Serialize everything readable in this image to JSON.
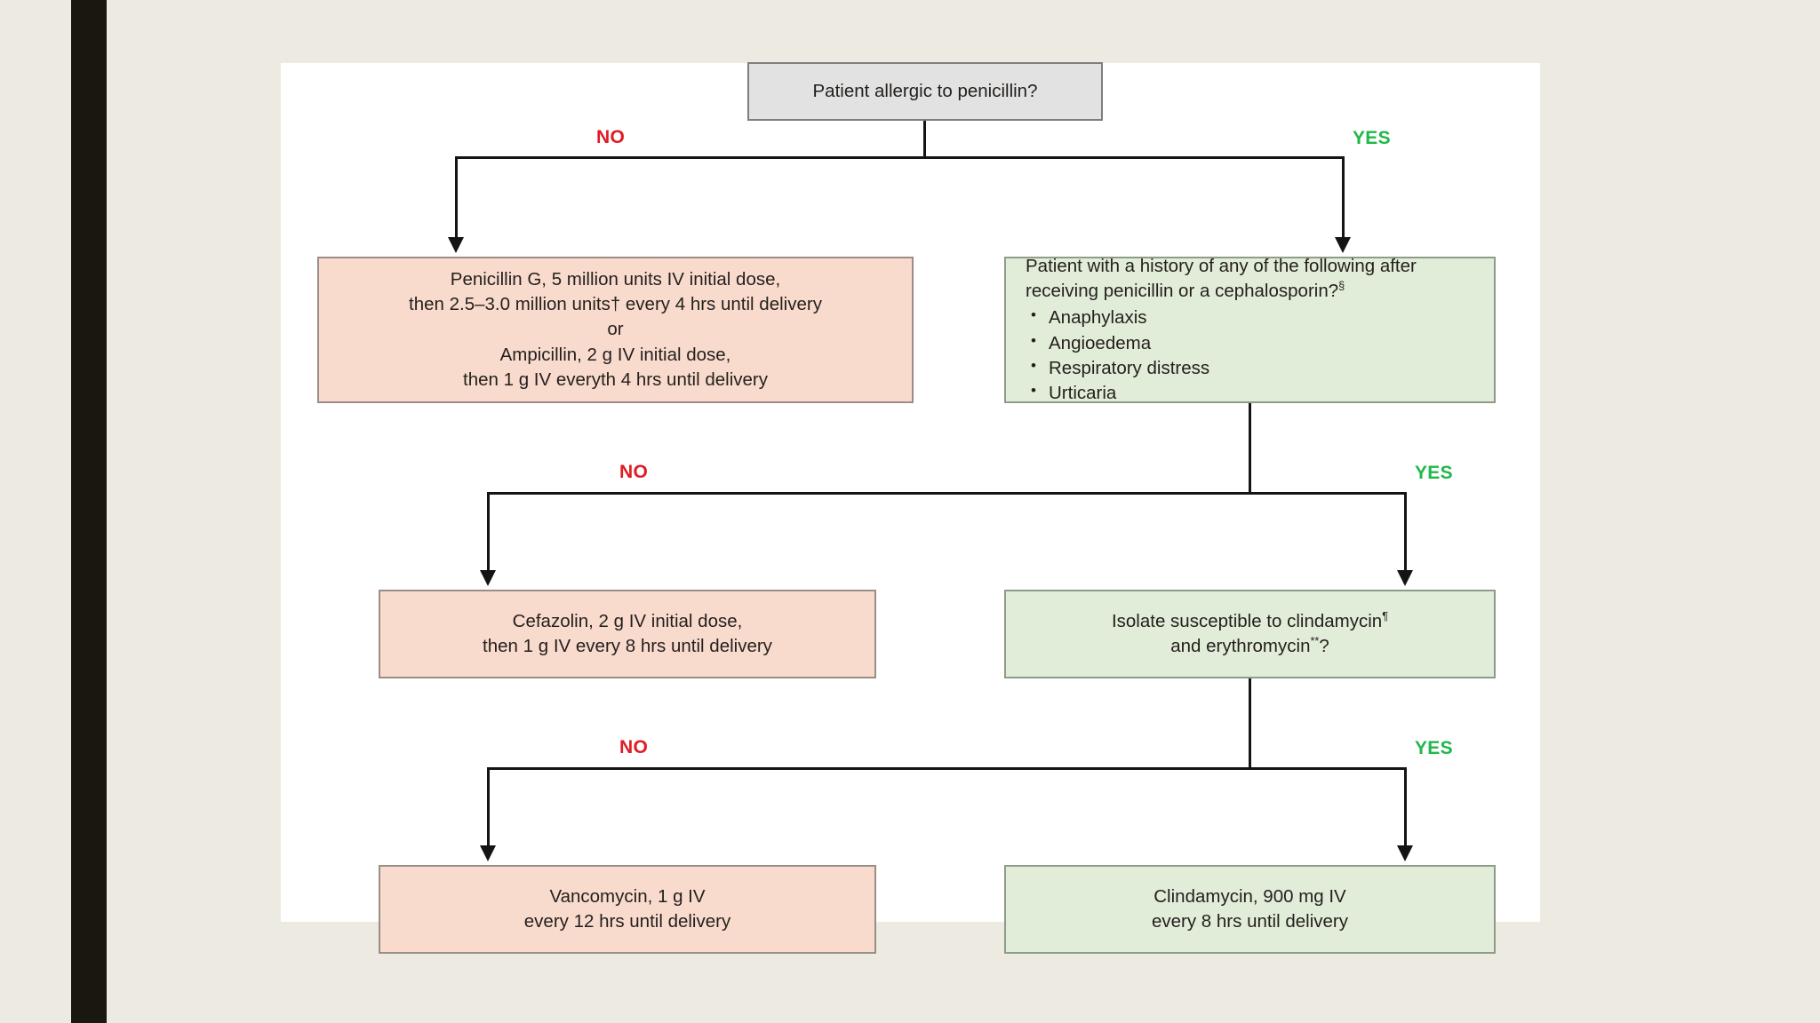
{
  "slide": {
    "background_color": "#edebe1",
    "accent_bar_color": "#1a1710",
    "panel_color": "#ffffff"
  },
  "palette": {
    "pink_fill": "#f9dbce",
    "green_fill": "#e2edd9",
    "grey_fill": "#e2e2e2",
    "no_color": "#e01b24",
    "yes_color": "#1fb84a",
    "connector_color": "#141414"
  },
  "chart_data": {
    "type": "flowchart",
    "title": "Intrapartum antibiotic prophylaxis decision algorithm",
    "nodes": [
      {
        "id": "q1",
        "kind": "decision",
        "fill": "grey",
        "text": "Patient allergic to penicillin?"
      },
      {
        "id": "pen",
        "kind": "treatment",
        "fill": "pink",
        "lines": [
          "Penicillin G, 5 million units IV initial dose,",
          "then 2.5–3.0 million units† every 4 hrs until delivery",
          "or",
          "Ampicillin, 2 g IV initial dose,",
          "then 1 g IV everyth 4 hrs until delivery"
        ]
      },
      {
        "id": "q2",
        "kind": "decision",
        "fill": "green",
        "question_line_1": "Patient with a history of any of the following after",
        "question_line_2": "receiving penicillin or a cephalosporin?",
        "question_marker": "§",
        "bullets": [
          "Anaphylaxis",
          "Angioedema",
          "Respiratory distress",
          "Urticaria"
        ]
      },
      {
        "id": "cefazolin",
        "kind": "treatment",
        "fill": "pink",
        "lines": [
          "Cefazolin, 2 g IV initial dose,",
          "then 1 g IV every 8 hrs until delivery"
        ]
      },
      {
        "id": "q3",
        "kind": "decision",
        "fill": "green",
        "line_1_text": "Isolate susceptible to clindamycin",
        "line_1_marker": "¶",
        "line_2_text": "and erythromycin",
        "line_2_marker": "**",
        "line_2_tail": "?"
      },
      {
        "id": "vancomycin",
        "kind": "treatment",
        "fill": "pink",
        "lines": [
          "Vancomycin, 1 g IV",
          "every 12 hrs until delivery"
        ]
      },
      {
        "id": "clindamycin",
        "kind": "treatment",
        "fill": "green",
        "lines": [
          "Clindamycin, 900 mg IV",
          "every 8 hrs until delivery"
        ]
      }
    ],
    "edges": [
      {
        "from": "q1",
        "to": "pen",
        "label": "NO"
      },
      {
        "from": "q1",
        "to": "q2",
        "label": "YES"
      },
      {
        "from": "q2",
        "to": "cefazolin",
        "label": "NO"
      },
      {
        "from": "q2",
        "to": "q3",
        "label": "YES"
      },
      {
        "from": "q3",
        "to": "vancomycin",
        "label": "NO"
      },
      {
        "from": "q3",
        "to": "clindamycin",
        "label": "YES"
      }
    ],
    "branch_labels": {
      "no": "NO",
      "yes": "YES"
    }
  }
}
